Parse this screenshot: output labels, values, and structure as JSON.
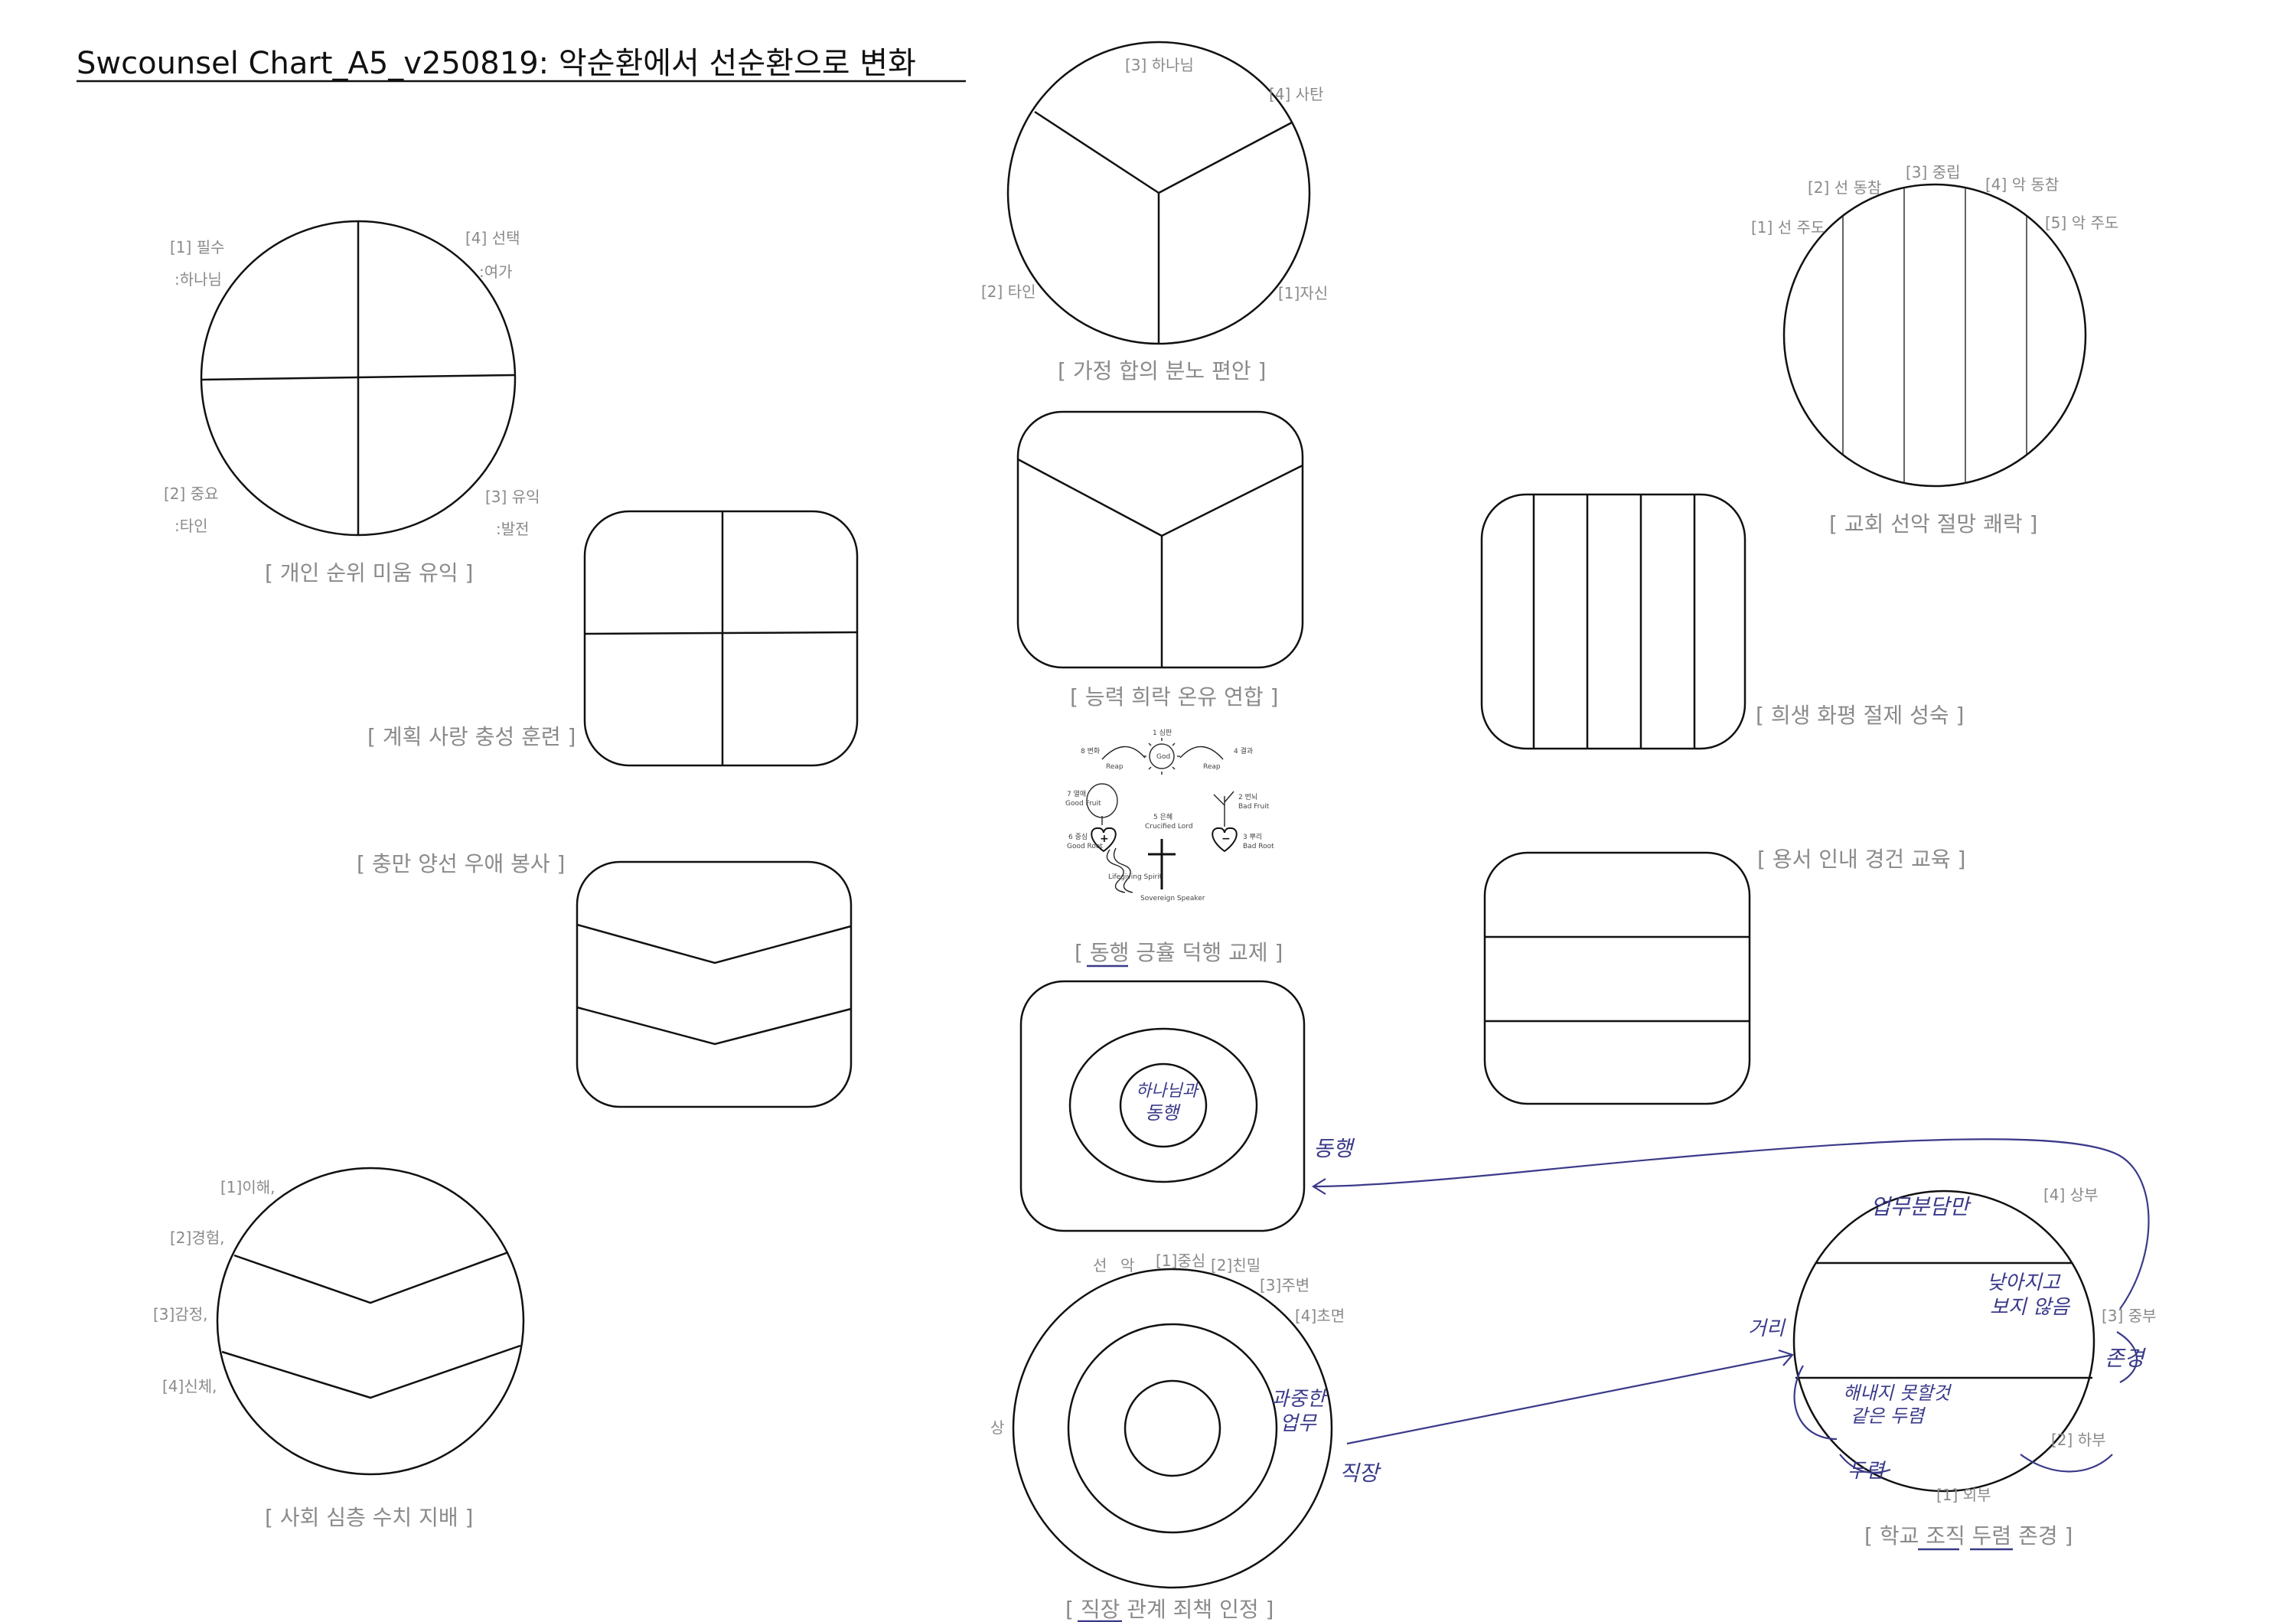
{
  "title": "Swcounsel Chart_A5_v250819: 악순환에서 선순환으로 변화",
  "charts": {
    "personal": {
      "caption": "[ 개인 순위 미움 유익 ]",
      "labels": [
        "[1] 필수",
        ":하나님",
        "[4] 선택",
        ":여가",
        "[2] 중요",
        ":타인",
        "[3] 유익",
        ":발전"
      ]
    },
    "family": {
      "caption": "[ 가정 합의  분노 편안 ]",
      "labels": [
        "[3] 하나님",
        "[4] 사탄",
        "[2] 타인",
        "[1]자신"
      ]
    },
    "church": {
      "caption": "[ 교회 선악 절망 쾌락 ]",
      "labels": [
        "[2] 선 동참",
        "[3] 중립",
        "[4] 악 동참",
        "[1] 선 주도",
        "[5] 악 주도"
      ]
    },
    "plan": {
      "caption": "[ 계획 사랑 충성 훈련 ]"
    },
    "ability": {
      "caption": "[ 능력 희락 온유 연합 ]"
    },
    "sacrifice": {
      "caption": "[ 희생 화평 절제 성숙 ]"
    },
    "fullness": {
      "caption": "[ 충만 양선 우애 봉사 ]"
    },
    "forgive": {
      "caption": "[ 용서 인내 경건 교육 ]"
    },
    "walk": {
      "caption": "[ 동행 긍휼 덕행 교제 ]",
      "center_text": [
        "하나님과",
        "동행"
      ]
    },
    "society": {
      "caption": "[ 사회 심층  수치 지배 ]",
      "labels": [
        "[1]이해,",
        "[2]경험,",
        "[3]감정,",
        "[4]신체,"
      ]
    },
    "work": {
      "caption": "[ 직장 관계  죄책 인정 ]",
      "labels": [
        "선",
        "악",
        "[1]중심",
        "[2]친밀",
        "[3]주변",
        "[4]초면",
        "상"
      ]
    },
    "school": {
      "caption": "[ 학교 조직 두렴 존경 ]",
      "labels": [
        "[4] 상부",
        "[3] 중부",
        "[2] 하부",
        "[1] 외부"
      ]
    }
  },
  "cycle_diagram": {
    "nodes": [
      "1 심판",
      "God",
      "4 결과",
      "8 변화",
      "Reap",
      "Reap",
      "7 열매",
      "Good Fruit",
      "2 번뇌",
      "Bad Fruit",
      "6 중심",
      "Good Root",
      "3 뿌리",
      "Bad Root",
      "5 은혜",
      "Crucified Lord",
      "Lifegiving Spirit",
      "Sovereign Speaker"
    ]
  },
  "handwriting": {
    "walk_arrow": "동행",
    "busy_work": [
      "과중한",
      "업무"
    ],
    "workplace": "직장",
    "distance": "거리",
    "respect": "존경",
    "fear": "두렴",
    "school_top": "업무분담만",
    "school_mid": [
      "낮아지고",
      "보지 않음"
    ],
    "school_low": [
      "해내지 못할것",
      "같은 두렴"
    ]
  }
}
